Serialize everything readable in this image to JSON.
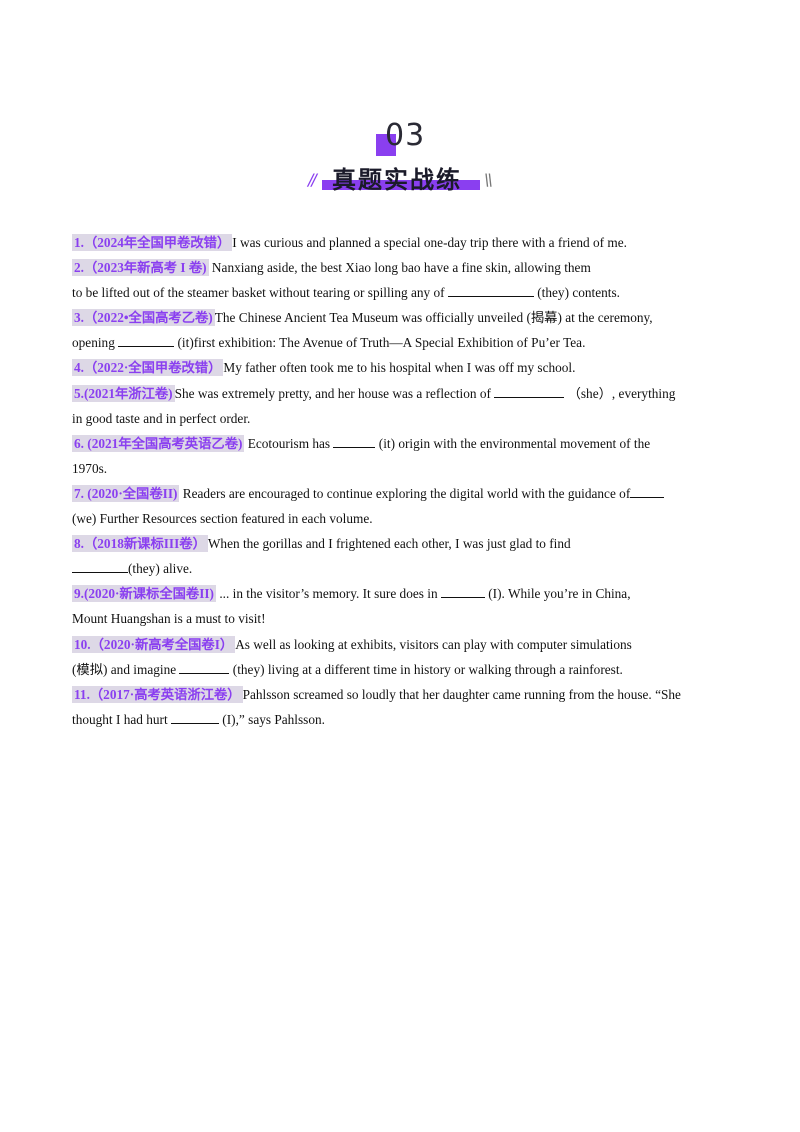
{
  "header": {
    "section_number": "03",
    "title": "真题实战练",
    "left_decoration": "//",
    "right_decoration": "\\\\"
  },
  "questions": [
    {
      "tag": "1.（2024年全国甲卷改错）",
      "lines": [
        "I was curious  and  planned a special one-day trip there with a friend of me."
      ]
    },
    {
      "tag": "2.（2023年新高考 I 卷)",
      "pre": " Nanxiang aside, the best Xiao long bao have a fine skin, allowing them",
      "line2a": "to be lifted out of the steamer basket without tearing or spilling any of ",
      "line2b": " (they) contents."
    },
    {
      "tag": "3.（2022•全国高考乙卷)",
      "pre": "The Chinese Ancient Tea Museum was officially unveiled (揭幕) at the ceremony,",
      "line2a": "opening ",
      "line2b": " (it)first exhibition: The Avenue of Truth—A Special Exhibition of Pu’er Tea."
    },
    {
      "tag": "4.（2022·全国甲卷改错）",
      "lines": [
        "My father often took me to his hospital when I was off my school."
      ]
    },
    {
      "tag": "5.(2021年浙江卷)",
      "pre": "She was extremely pretty, and her house was a reflection of ",
      "post": " （she）, everything",
      "line2": "in good taste and in perfect order."
    },
    {
      "tag": "6. (2021年全国高考英语乙卷)",
      "pre": " Ecotourism has ",
      "post": " (it) origin with the environmental movement of the",
      "line2": "1970s."
    },
    {
      "tag": "7. (2020·全国卷II)",
      "pre": " Readers are encouraged to continue exploring the digital world with the guidance of",
      "line2": "(we) Further Resources section featured in each volume."
    },
    {
      "tag": "8.（2018新课标III卷）",
      "pre": "When the gorillas and I frightened each other, I was just glad to find",
      "line2": "(they) alive."
    },
    {
      "tag": "9.(2020·新课标全国卷II)",
      "pre": " ... in the visitor’s memory. It sure does in ",
      "post": " (I). While you’re in China,",
      "line2": "Mount Huangshan is a must to visit!"
    },
    {
      "tag": "10.（2020·新高考全国卷I）",
      "pre": "As well as looking at exhibits, visitors can play with computer simulations",
      "line2a": "(模拟) and imagine ",
      "line2b": " (they) living at a different time in history or walking through a rainforest."
    },
    {
      "tag": "11.（2017·高考英语浙江卷）",
      "pre": "Pahlsson screamed so loudly that her daughter came running from the house. “She",
      "line2a": "thought I had hurt ",
      "line2b": " (I),” says Pahlsson."
    }
  ]
}
